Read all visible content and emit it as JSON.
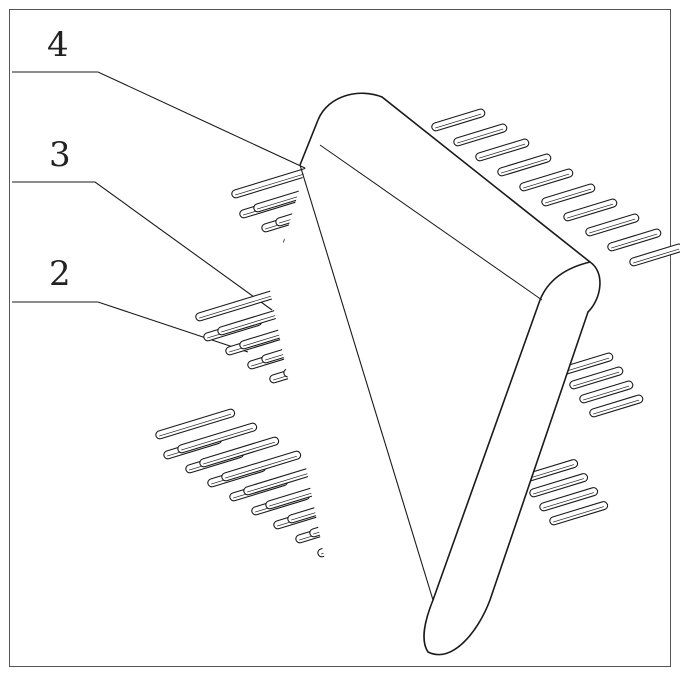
{
  "callouts": [
    {
      "label": "4"
    },
    {
      "label": "3"
    },
    {
      "label": "2"
    }
  ],
  "colors": {
    "line": "#1a1a1a",
    "frame": "#555555",
    "background": "#ffffff"
  }
}
